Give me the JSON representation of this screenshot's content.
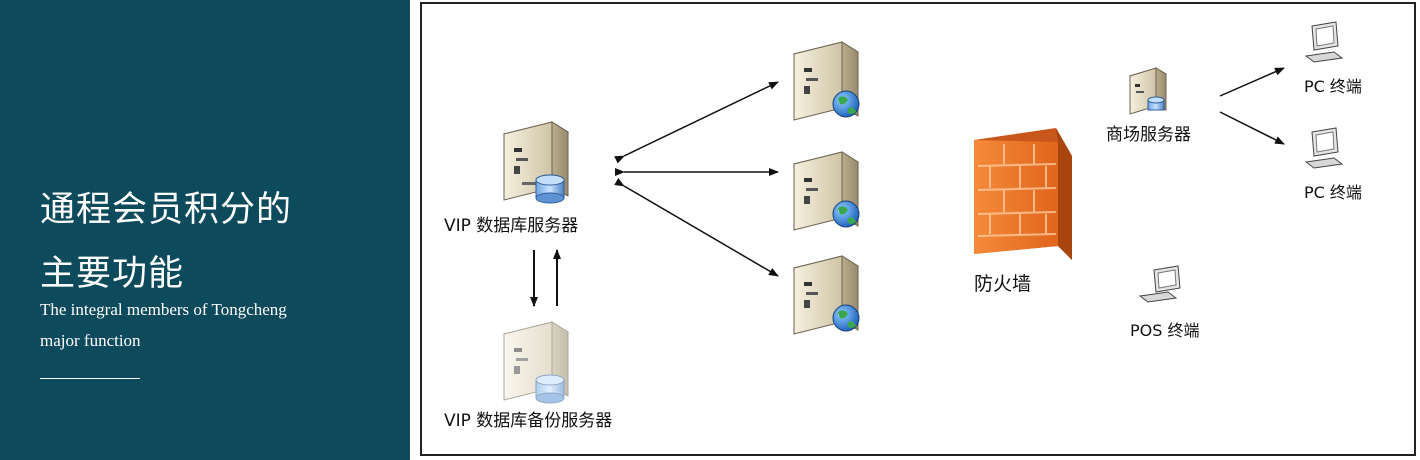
{
  "header": {
    "title_line1": "通程会员积分的",
    "title_line2": "主要功能",
    "subtitle_line1": "The integral members of Tongcheng",
    "subtitle_line2": "major function"
  },
  "diagram": {
    "vip_db_server": "VIP 数据库服务器",
    "vip_db_backup_server": "VIP 数据库备份服务器",
    "firewall": "防火墙",
    "mall_server": "商场服务器",
    "pc_terminal_1": "PC 终端",
    "pc_terminal_2": "PC 终端",
    "pos_terminal": "POS 终端"
  },
  "colors": {
    "panel_bg": "#0d4a5c",
    "firewall": "#f07b2a",
    "server_body": "#ece4cf"
  }
}
